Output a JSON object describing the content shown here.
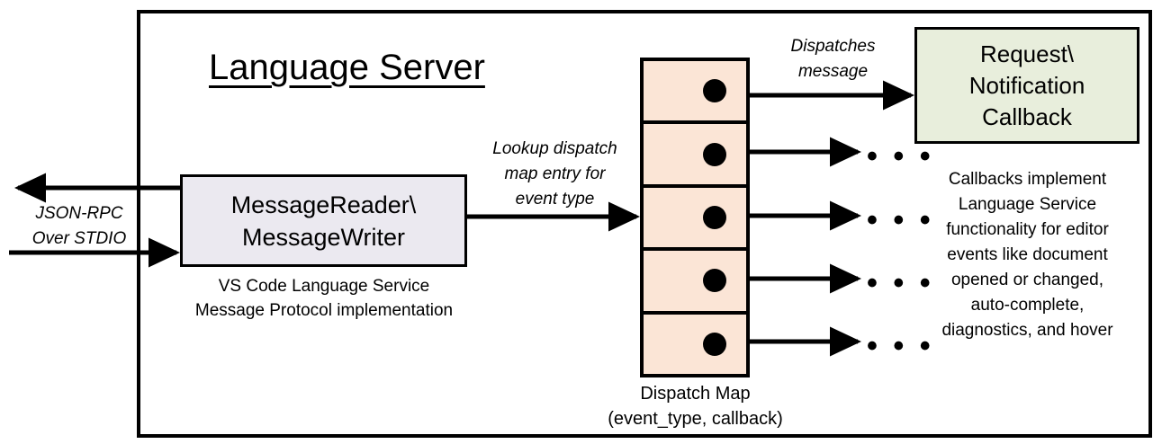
{
  "diagram": {
    "title": "Language Server",
    "frame_label": "language-server-boundary"
  },
  "transport": {
    "label": "JSON-RPC\nOver STDIO",
    "outbound_arrow": "arrow-left-out",
    "inbound_arrow": "arrow-right-in"
  },
  "message_io": {
    "title": "MessageReader\\\nMessageWriter",
    "caption": "VS Code Language Service\nMessage Protocol implementation",
    "fill": "#ebe9f0"
  },
  "lookup": {
    "label": "Lookup dispatch\nmap entry for\nevent type"
  },
  "dispatch_map": {
    "caption": "Dispatch Map\n(event_type, callback)",
    "fill": "#fbe5d6",
    "cell_count": 5,
    "cells": [
      {
        "index": 1,
        "has_dot": true,
        "target": "callback-box"
      },
      {
        "index": 2,
        "has_dot": true,
        "target": "ellipsis"
      },
      {
        "index": 3,
        "has_dot": true,
        "target": "ellipsis"
      },
      {
        "index": 4,
        "has_dot": true,
        "target": "ellipsis"
      },
      {
        "index": 5,
        "has_dot": true,
        "target": "ellipsis"
      }
    ]
  },
  "dispatches": {
    "label": "Dispatches\nmessage"
  },
  "callback": {
    "title": "Request\\\nNotification\nCallback",
    "caption": "Callbacks implement\nLanguage Service\nfunctionality for editor\nevents like document\nopened or changed,\nauto-complete,\ndiagnostics, and hover",
    "fill": "#e8eedc"
  },
  "ellipses": {
    "glyph": "• • •",
    "count": 4
  },
  "colors": {
    "stroke": "#000000",
    "background": "#ffffff"
  }
}
